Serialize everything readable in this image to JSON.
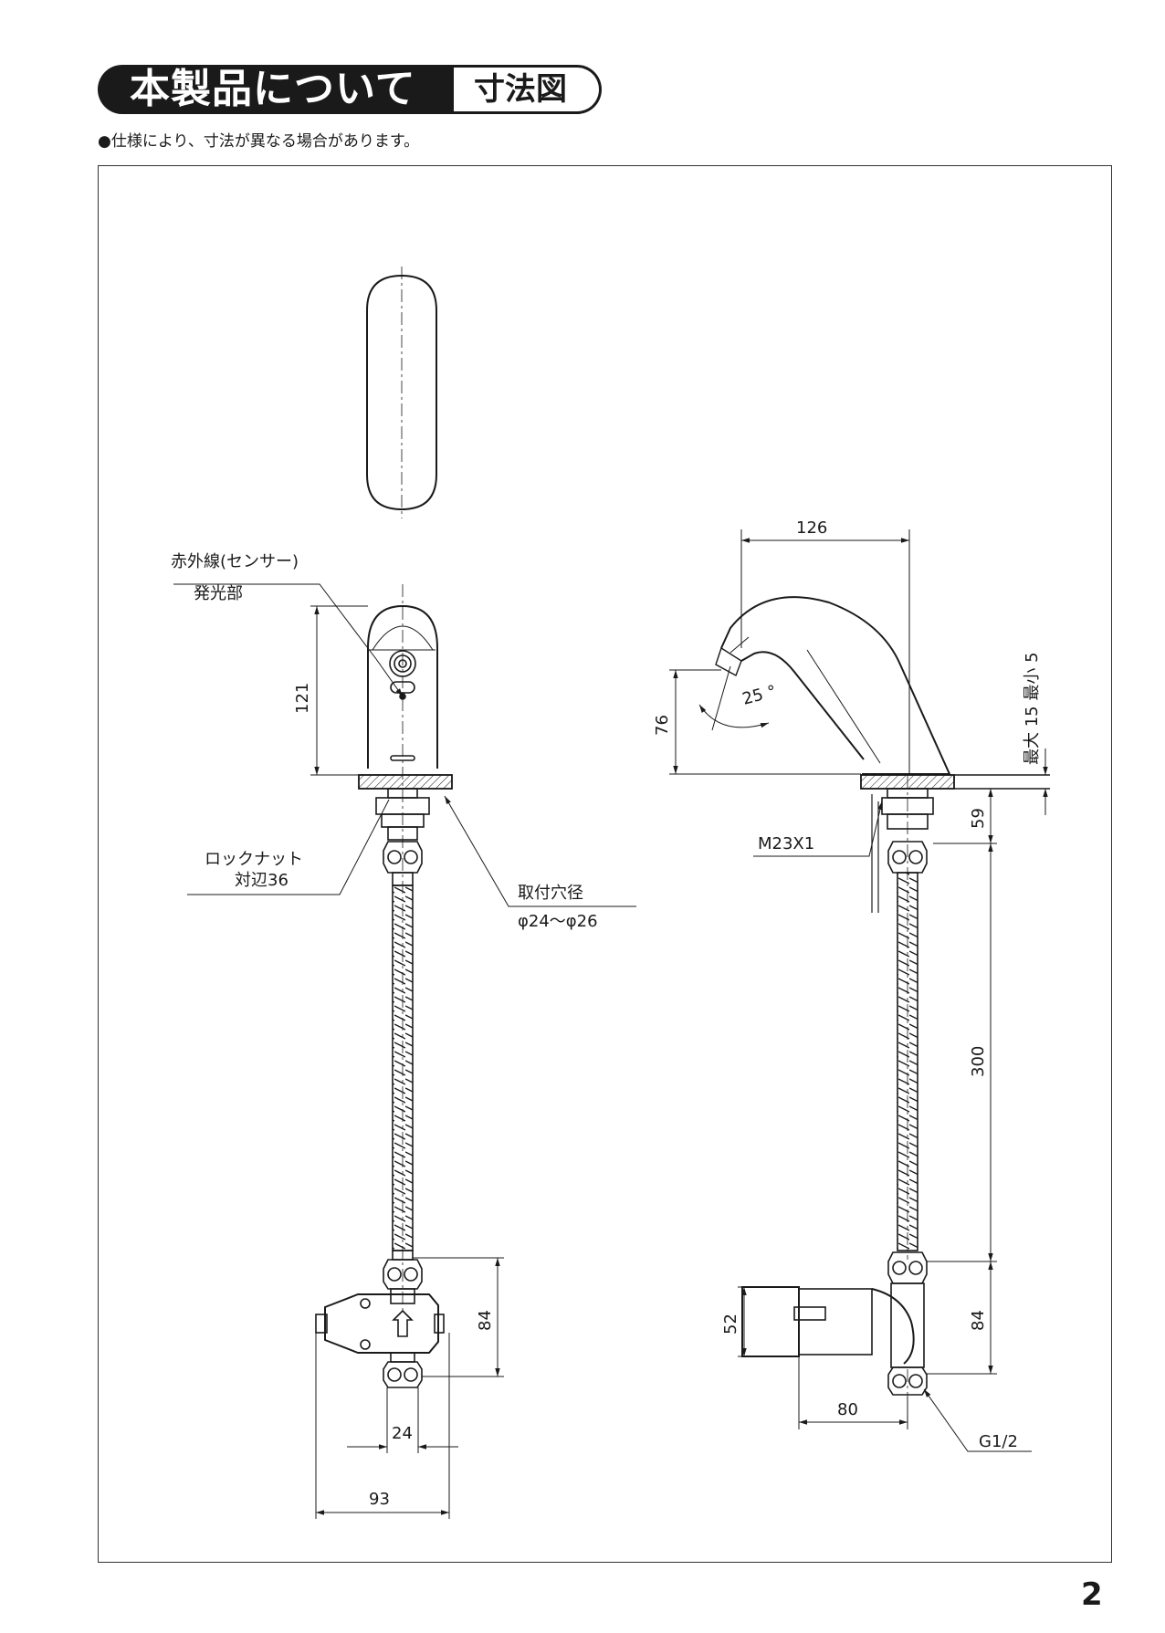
{
  "header": {
    "title_main": "本製品について",
    "title_sub": "寸法図"
  },
  "note": "●仕様により、寸法が異なる場合があります。",
  "labels": {
    "sensor_line1": "赤外線(センサー)",
    "sensor_line2": "発光部",
    "locknut_line1": "ロックナット",
    "locknut_line2": "対辺36",
    "hole_line1": "取付穴径",
    "hole_line2": "φ24〜φ26",
    "thread": "M23X1",
    "g_thread": "G1/2",
    "thickness": "最大 15 最小 5",
    "angle": "25 °"
  },
  "dimensions": {
    "front_height": "121",
    "front_valve_height": "84",
    "front_width_small": "24",
    "front_width": "93",
    "side_spout_length": "126",
    "side_spout_height": "76",
    "side_shank": "59",
    "side_hose": "300",
    "side_valve_height": "84",
    "side_valve_depth": "52",
    "side_valve_length": "80"
  },
  "page_number": "2"
}
